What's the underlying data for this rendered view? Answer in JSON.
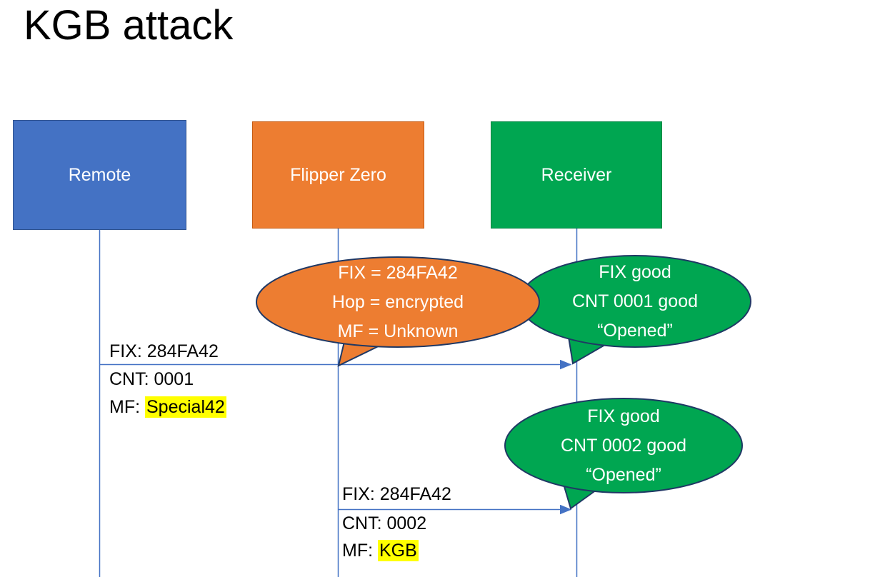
{
  "title": "KGB attack",
  "colors": {
    "remote_blue": "#4472C4",
    "flipper_orange": "#ED7D31",
    "receiver_green": "#00A651",
    "outline_navy": "#1F3864",
    "line_blue": "#4472C4",
    "highlight_yellow": "#FFFF00"
  },
  "actors": [
    {
      "label": "Remote"
    },
    {
      "label": "Flipper Zero"
    },
    {
      "label": "Receiver"
    }
  ],
  "callouts": [
    {
      "owner": "Flipper Zero",
      "lines": [
        "FIX = 284FA42",
        "Hop = encrypted",
        "MF = Unknown"
      ]
    },
    {
      "owner": "Receiver",
      "lines": [
        "FIX good",
        "CNT 0001 good",
        "“Opened”"
      ]
    },
    {
      "owner": "Receiver",
      "lines": [
        "FIX good",
        "CNT 0002 good",
        "“Opened”"
      ]
    }
  ],
  "messages": [
    {
      "from": "Remote",
      "to": "Receiver",
      "fix": "FIX: 284FA42",
      "cnt": "CNT: 0001",
      "mf_prefix": "MF: ",
      "mf_value": "Special42"
    },
    {
      "from": "Flipper Zero",
      "to": "Receiver",
      "fix": "FIX: 284FA42",
      "cnt": "CNT: 0002",
      "mf_prefix": "MF: ",
      "mf_value": "KGB"
    }
  ]
}
